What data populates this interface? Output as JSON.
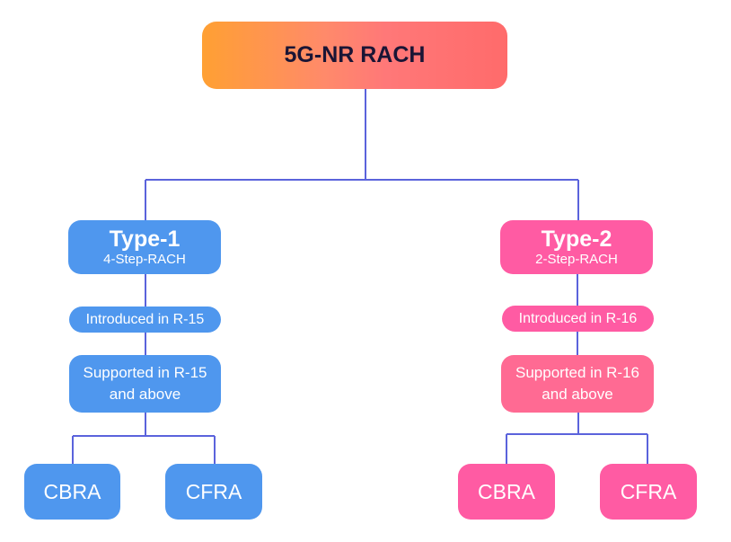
{
  "diagram": {
    "root": {
      "label": "5G-NR RACH"
    },
    "branches": [
      {
        "title": "Type-1",
        "subtitle": "4-Step-RACH",
        "introduced": "Introduced in R-15",
        "supported_line1": "Supported in R-15",
        "supported_line2": "and above",
        "children": [
          "CBRA",
          "CFRA"
        ],
        "color": "#4f97ee"
      },
      {
        "title": "Type-2",
        "subtitle": "2-Step-RACH",
        "introduced": "Introduced in R-16",
        "supported_line1": "Supported in R-16",
        "supported_line2": "and above",
        "children": [
          "CBRA",
          "CFRA"
        ],
        "color": "#ff5ba3"
      }
    ],
    "connector_color": "#5b63dc",
    "root_gradient": [
      "#ffa033",
      "#ff6b6b"
    ]
  }
}
